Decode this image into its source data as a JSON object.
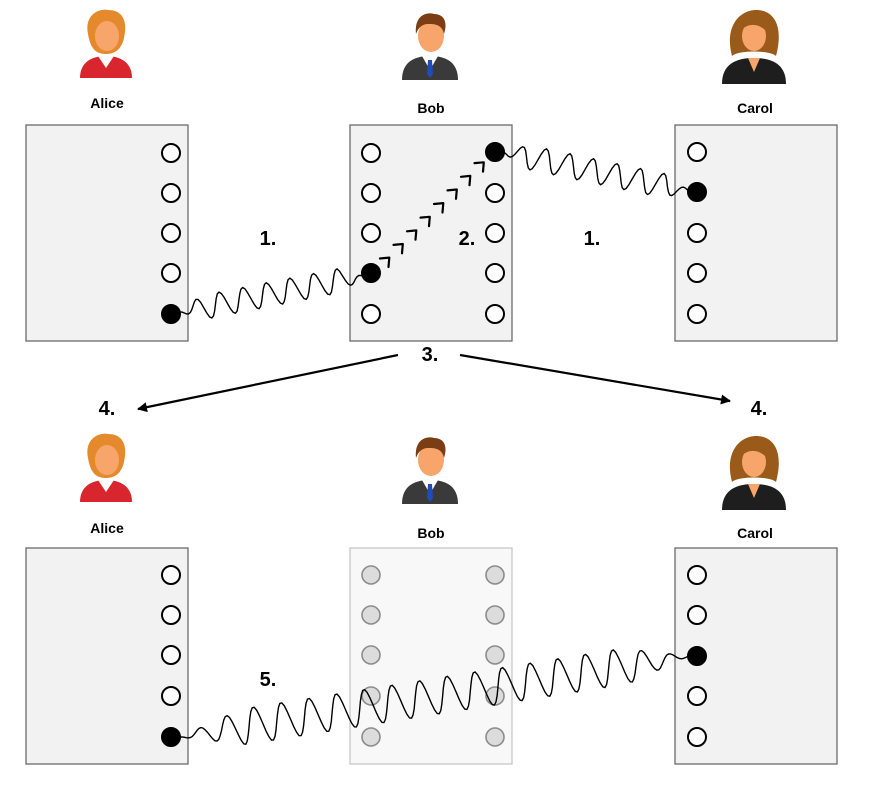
{
  "people": {
    "alice": "Alice",
    "bob": "Bob",
    "carol": "Carol"
  },
  "steps": {
    "s1_left": "1.",
    "s1_right": "1.",
    "s2": "2.",
    "s3": "3.",
    "s4_left": "4.",
    "s4_right": "4.",
    "s5": "5."
  },
  "icons": {
    "alice": "female-user-icon-red-shirt",
    "bob": "male-user-icon-suit",
    "carol": "female-user-icon-black-blazer"
  },
  "colors": {
    "panel": "#f2f2f2",
    "panel_border": "#6b6b6b",
    "faded_panel": "#f8f8f8",
    "faded_border": "#c8c8c8",
    "faded_qubit": "#dcdcdc",
    "alice_shirt": "#d9262e",
    "skin": "#f7a56b",
    "hair_alice": "#e58a2c",
    "hair_bob": "#7a3d14",
    "hair_carol": "#9a5a1a",
    "suit": "#3a3a3a",
    "tie": "#1e4db7"
  }
}
